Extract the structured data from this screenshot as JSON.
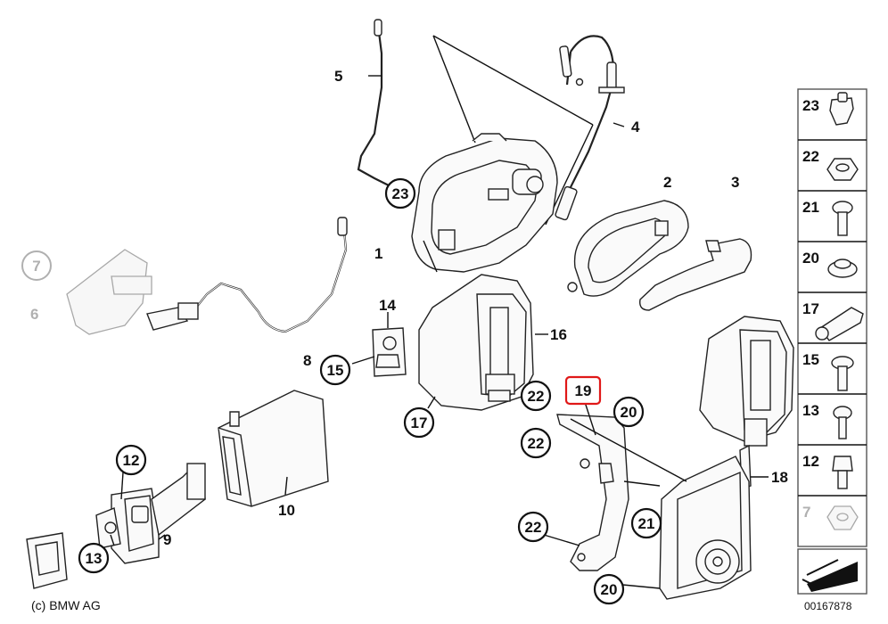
{
  "parts": {
    "p1": "1",
    "p2": "2",
    "p3": "3",
    "p4": "4",
    "p5": "5",
    "p6": "6",
    "p7": "7",
    "p8": "8",
    "p9": "9",
    "p10": "10",
    "p12": "12",
    "p13": "13",
    "p14": "14",
    "p15": "15",
    "p16": "16",
    "p17": "17",
    "p18": "18",
    "p19": "19",
    "p20": "20",
    "p21": "21",
    "p22": "22",
    "p23": "23"
  },
  "legend": [
    "23",
    "22",
    "21",
    "20",
    "17",
    "15",
    "13",
    "12",
    "7"
  ],
  "highlight_color": "#e01818",
  "copyright": "(c) BMW AG",
  "ref_number": "00167878"
}
